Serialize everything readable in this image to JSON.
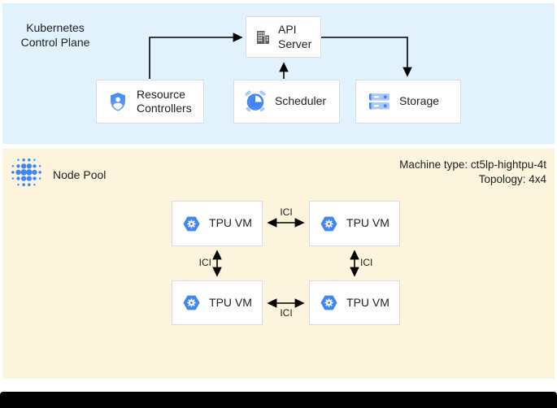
{
  "diagram": {
    "control_plane": {
      "title": "Kubernetes Control Plane",
      "panel_color": "#E1F2FC",
      "nodes": {
        "api_server": {
          "label": "API Server",
          "icon": "building-icon"
        },
        "resource_controllers": {
          "label": "Resource Controllers",
          "icon": "shield-user-icon"
        },
        "scheduler": {
          "label": "Scheduler",
          "icon": "alarm-clock-icon"
        },
        "storage": {
          "label": "Storage",
          "icon": "storage-disks-icon"
        }
      }
    },
    "node_pool": {
      "title": "Node Pool",
      "icon": "dot-grid-icon",
      "panel_color": "#FCF4DC",
      "machine_type": "Machine type: ct5lp-hightpu-4t",
      "topology": "Topology: 4x4",
      "tpu_vms": [
        {
          "label": "TPU VM",
          "icon": "gke-hexagon-icon"
        },
        {
          "label": "TPU VM",
          "icon": "gke-hexagon-icon"
        },
        {
          "label": "TPU VM",
          "icon": "gke-hexagon-icon"
        },
        {
          "label": "TPU VM",
          "icon": "gke-hexagon-icon"
        }
      ],
      "interconnect_labels": [
        "ICI",
        "ICI",
        "ICI",
        "ICI"
      ]
    },
    "colors": {
      "google_blue": "#4285F4",
      "light_blue": "#A8C7FA",
      "icon_gray": "#5F6368",
      "box_border": "#DADCE0",
      "text": "#202124",
      "arrow": "#000000"
    }
  }
}
